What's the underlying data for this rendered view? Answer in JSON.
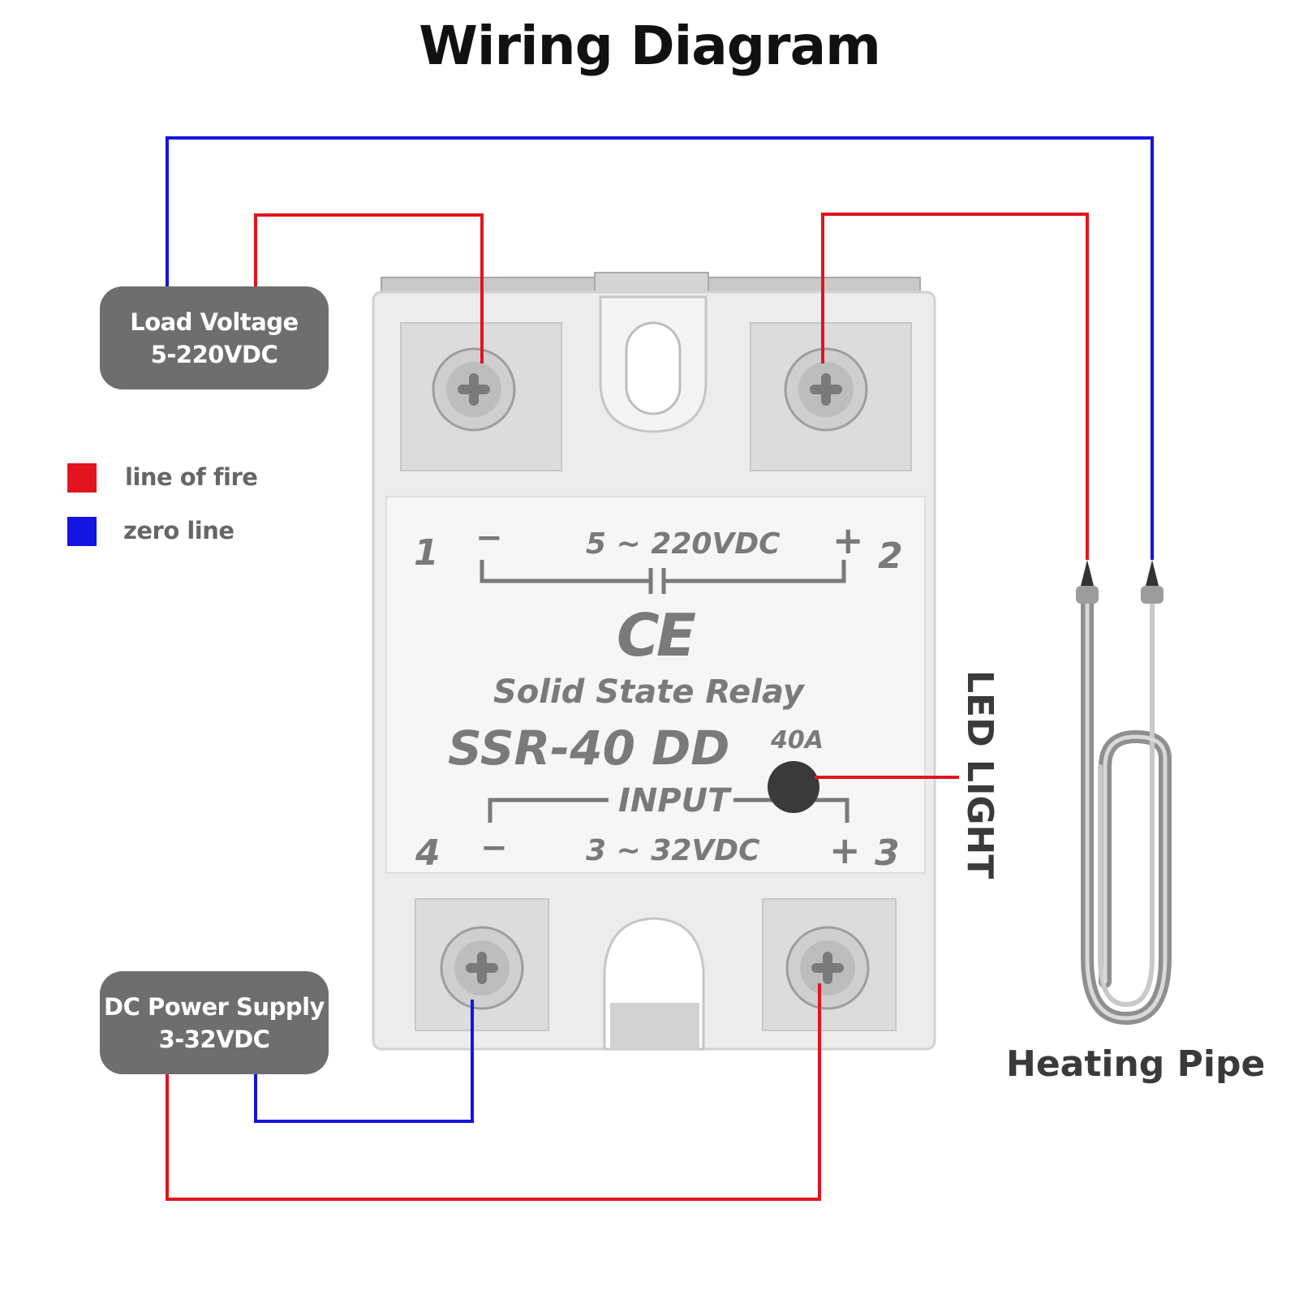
{
  "title": "Wiring Diagram",
  "load_box": {
    "line1": "Load Voltage",
    "line2": "5-220VDC"
  },
  "dc_box": {
    "line1": "DC Power Supply",
    "line2": "3-32VDC"
  },
  "legend": [
    {
      "label": "line of fire",
      "color": "#e2141e"
    },
    {
      "label": "zero line",
      "color": "#1414e0"
    }
  ],
  "relay": {
    "term1": "1",
    "term2": "2",
    "term3": "3",
    "term4": "4",
    "minus_top": "−",
    "plus_top": "+",
    "minus_bottom": "−",
    "plus_bottom": "+",
    "top_voltage": "5 ~ 220VDC",
    "ce_mark": "CE",
    "name": "Solid State Relay",
    "model": "SSR-40 DD",
    "current": "40A",
    "input_label": "INPUT",
    "bottom_voltage": "3 ~ 32VDC"
  },
  "led_label": "LED LIGHT",
  "heating_label": "Heating Pipe",
  "colors": {
    "fire": "#e2141e",
    "zero": "#1414e0",
    "box": "#6e6e6e"
  }
}
